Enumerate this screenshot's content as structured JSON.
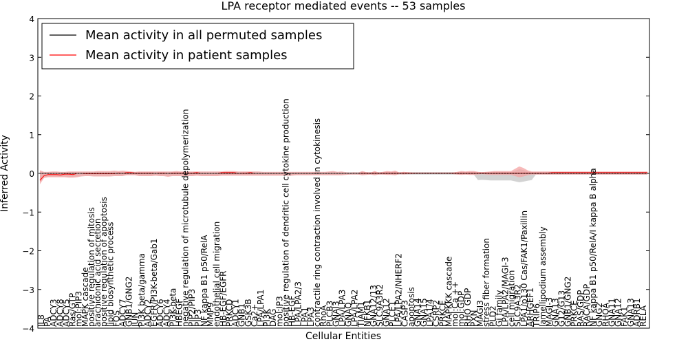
{
  "chart_data": {
    "type": "line",
    "title": "LPA receptor mediated events -- 53 samples",
    "xlabel": "Cellular Entities",
    "ylabel": "Inferred Activity",
    "ylim": [
      -4,
      4
    ],
    "yticks": [
      "4",
      "3",
      "2",
      "1",
      "0",
      "−1",
      "−2",
      "−3",
      "−4"
    ],
    "grid": false,
    "legend_position": "top-left",
    "colors": {
      "permuted": "#000000",
      "patient": "#ff0000",
      "band_patient": "#f4a3a3",
      "band_permuted": "#c8c8c8"
    },
    "series": [
      {
        "name": "Mean activity in all permuted samples",
        "color": "#000000",
        "values": [
          0,
          0,
          0,
          0,
          0,
          0,
          0,
          0,
          0,
          0,
          0,
          0,
          0,
          0,
          0,
          0,
          0,
          0,
          0,
          0,
          0,
          0,
          0,
          0,
          0,
          0,
          0,
          0,
          0,
          0,
          0,
          0,
          0,
          0,
          0,
          0,
          0,
          0,
          0,
          0,
          0,
          0,
          0,
          0,
          0,
          0,
          0,
          0,
          0,
          0,
          0,
          0,
          0,
          0,
          0,
          0,
          0,
          0,
          0,
          0,
          0,
          0,
          0,
          0,
          0,
          0,
          0,
          0,
          0,
          0,
          0,
          0,
          0,
          0,
          0,
          0,
          0,
          0,
          0,
          0,
          0,
          0,
          0,
          0,
          0,
          0,
          0,
          0,
          0,
          0,
          0,
          0,
          0,
          0,
          0,
          0,
          0,
          0,
          0,
          0,
          0,
          0,
          0,
          0,
          0,
          0,
          0,
          0,
          0,
          0,
          0,
          0,
          0,
          0,
          0,
          0,
          0,
          0,
          0,
          0,
          0,
          0,
          0,
          0,
          0,
          0,
          0,
          0,
          0,
          0,
          0,
          0,
          0,
          0,
          0,
          0,
          0,
          0,
          0,
          0,
          0,
          0,
          0,
          0,
          0,
          0,
          0,
          0,
          0,
          0
        ]
      },
      {
        "name": "Mean activity in patient samples",
        "color": "#ff0000",
        "values": [
          -0.18,
          -0.06,
          -0.03,
          -0.03,
          -0.03,
          -0.04,
          -0.02,
          -0.02,
          -0.03,
          0,
          0,
          -0.01,
          -0.01,
          -0.01,
          -0.01,
          -0.01,
          -0.01,
          -0.01,
          -0.01,
          0.01,
          0,
          0.02,
          0.02,
          0.01,
          0.01,
          0.01,
          0.01,
          0.01,
          0,
          0.01,
          0.01,
          0,
          0.01,
          0.01,
          0.01,
          0.01,
          0.01,
          0.01,
          0.02,
          0,
          0,
          0,
          0,
          0,
          0.02,
          0.02,
          0.02,
          0.02,
          0,
          0.01,
          0.01,
          0.02,
          0,
          0,
          0,
          0,
          0,
          0,
          0,
          0,
          0,
          0,
          0,
          0,
          0,
          0,
          0,
          0,
          0,
          0,
          0,
          0,
          0,
          0,
          0,
          0,
          0,
          0,
          0.01,
          0.01,
          0.01,
          0.01,
          0.01,
          0.01,
          0.01,
          0.01,
          0.01,
          0.01,
          0.01,
          0.01,
          0.01,
          0.01,
          0.01,
          0.01,
          0.01,
          0.01,
          0.01,
          0.01,
          0.01,
          0.01,
          0.01,
          0.01,
          0.01,
          0.01,
          0.01,
          0.01,
          0.01,
          0.01,
          0.01,
          0.01,
          0.01,
          0.01,
          0.01,
          0.01,
          0.01,
          0.01,
          0.01,
          0.01,
          0.01,
          0.01,
          0.01,
          0.01,
          0.01,
          0.01,
          0.02,
          0.02,
          0.02,
          0.02,
          0.02,
          0.02,
          0.02,
          0.02,
          0.02,
          0.02,
          0.02,
          0.02,
          0.02,
          0.02,
          0.02,
          0.02,
          0.02,
          0.02,
          0.02,
          0.02,
          0.02,
          0.02,
          0.02,
          0.02
        ]
      },
      {
        "name": "",
        "role": "patient-band-upper",
        "values": [
          0.08,
          0.04,
          0.04,
          0.05,
          0.05,
          0.04,
          0.04,
          0.05,
          0.05,
          0.05,
          0.05,
          0.05,
          0.05,
          0.05,
          0.06,
          0.06,
          0.06,
          0.06,
          0.07,
          0.06,
          0.07,
          0.06,
          0.05,
          0.04,
          0.05,
          0.05,
          0.05,
          0.05,
          0.05,
          0.05,
          0.05,
          0.05,
          0.05,
          0.06,
          0.05,
          0.05,
          0.05,
          0.05,
          0.05,
          0.05,
          0.05,
          0.05,
          0.05,
          0.05,
          0.05,
          0.06,
          0.06,
          0.06,
          0.05,
          0.05,
          0.05,
          0.05,
          0.05,
          0.05,
          0.04,
          0.04,
          0.04,
          0.04,
          0.04,
          0.04,
          0.04,
          0.04,
          0.04,
          0.04,
          0.04,
          0.04,
          0.04,
          0.04,
          0.04,
          0.04,
          0.05,
          0.06,
          0.04,
          0.05,
          0.03,
          0.02,
          0.03,
          0.02,
          0.06,
          0.03,
          0.02,
          0.06,
          0.02,
          0.04,
          0.06,
          0.05,
          0.07,
          0.02,
          0.04,
          0.03,
          0.02,
          0.01,
          0.01,
          0.01,
          0,
          0,
          0,
          0,
          0,
          0,
          0.02,
          0.04,
          0.06,
          0.05,
          0.06,
          0.06,
          0.04,
          0.03,
          0.04,
          0.05,
          0.06,
          0.06,
          0.06,
          0.06,
          0.06,
          0.12,
          0.18,
          0.14,
          0.08,
          0.05,
          0.05,
          0.05,
          0.05,
          0.05,
          0.05,
          0.05,
          0.05,
          0.05,
          0.05,
          0.05,
          0.05,
          0.05,
          0.05,
          0.05,
          0.05,
          0.05,
          0.05,
          0.05,
          0.05,
          0.05,
          0.05,
          0.05,
          0.05,
          0.05,
          0.05,
          0.05,
          0.05,
          0.05,
          0.05,
          0.05
        ]
      },
      {
        "name": "",
        "role": "patient-band-lower",
        "values": [
          -0.28,
          -0.12,
          -0.1,
          -0.1,
          -0.1,
          -0.1,
          -0.1,
          -0.11,
          -0.11,
          -0.1,
          -0.08,
          -0.07,
          -0.07,
          -0.08,
          -0.08,
          -0.08,
          -0.08,
          -0.08,
          -0.07,
          -0.07,
          -0.07,
          -0.05,
          -0.05,
          -0.05,
          -0.07,
          -0.07,
          -0.07,
          -0.07,
          -0.06,
          -0.07,
          -0.07,
          -0.09,
          -0.07,
          -0.07,
          -0.07,
          -0.07,
          -0.07,
          -0.07,
          -0.06,
          -0.07,
          -0.07,
          -0.07,
          -0.07,
          -0.07,
          -0.06,
          -0.06,
          -0.06,
          -0.06,
          -0.06,
          -0.06,
          -0.06,
          -0.06,
          -0.06,
          -0.06,
          -0.06,
          -0.06,
          -0.06,
          -0.06,
          -0.06,
          -0.06,
          -0.06,
          -0.06,
          -0.05,
          -0.05,
          -0.05,
          -0.05,
          -0.05,
          -0.05,
          -0.05,
          -0.05,
          -0.05,
          -0.05,
          -0.05,
          -0.05,
          -0.04,
          -0.03,
          -0.03,
          -0.03,
          -0.05,
          -0.04,
          -0.03,
          -0.05,
          -0.03,
          -0.03,
          -0.04,
          -0.04,
          -0.05,
          -0.02,
          -0.03,
          -0.02,
          -0.02,
          -0.01,
          -0.01,
          -0.01,
          0,
          0,
          0,
          0,
          0,
          0,
          -0.02,
          -0.03,
          -0.04,
          -0.03,
          -0.04,
          -0.04,
          -0.03,
          -0.02,
          -0.03,
          -0.04,
          -0.04,
          -0.04,
          -0.04,
          -0.04,
          -0.04,
          -0.07,
          -0.1,
          -0.08,
          -0.05,
          -0.03,
          -0.03,
          -0.03,
          -0.03,
          -0.03,
          -0.03,
          -0.03,
          -0.03,
          -0.03,
          -0.03,
          -0.03,
          -0.03,
          -0.03,
          -0.03,
          -0.03,
          -0.03,
          -0.03,
          -0.03,
          -0.03,
          -0.03,
          -0.03,
          -0.03,
          -0.03,
          -0.03,
          -0.03,
          -0.03,
          -0.03,
          -0.03,
          -0.03,
          -0.03,
          -0.03
        ]
      }
    ],
    "entities": [
      "IL8",
      "PA",
      "ADCY3",
      "ADCY8",
      "ADCY5",
      "Ras/GTP",
      "mol:PIP3",
      "MAPK cascade",
      "positive regulation of mitosis",
      "arachidonic acid secretion",
      "positive regulation of apoptosis",
      "lipid biosynthetic process",
      "FOS",
      "ADCY7",
      "GNB1/GNG2",
      "JUN",
      "PI3K beta/gamma",
      "ADCY2",
      "EGFR/PI3K-beta/Gab1",
      "ADCY6",
      "ADCY4",
      "PI3K-beta",
      "HBEGF",
      "negative regulation of microtubule depolymerization",
      "PIP2/PIP3",
      "PIP3",
      "NF kappa B1 p50/RelA",
      "MMP9",
      "endothelial cell migration",
      "HB-EGF/EGFR",
      "PRKCD",
      "ADCY1",
      "GNB1",
      "GSK3B",
      "Ca2+",
      "LPA/LPA1",
      "PI3K",
      "DAG",
      "mol:IP3",
      "positive regulation of dendritic cell cytokine production",
      "HB-EGF",
      "LPA/LPA2/3",
      "LPA1",
      "LPA3",
      "contractile ring contraction involved in cytokinesis",
      "RhoA",
      "PLCB3",
      "GNAI3",
      "LPA/LPA3",
      "GNAQ",
      "LPA/LPA2",
      "TIAM1",
      "NFKB1",
      "GNA12/13",
      "SLC9A3R2",
      "GNA12",
      "PLCE1",
      "LPA/LPA2/NHERF2",
      "CASP3",
      "apoptosis",
      "GNA14",
      "GNA15",
      "LPA1/4",
      "CSRP2",
      "PRKCE",
      "MAPKKK cascade",
      "mol:Ca ++",
      "mol:GDP",
      "RHO GDP",
      "PXN",
      "MAGI3",
      "stress fiber formation",
      "PLD2",
      "Gi family",
      "LPA/LPA2/MAGI-3",
      "cell migration",
      "SLC9A3R2",
      "LPA1/p130 Cas/FAK1/Paxillin",
      "ARHGEF1",
      "TRIP6",
      "lamellipodium assembly",
      "MAGI-3",
      "GNA13",
      "G12/G13",
      "GNB1/GNG2",
      "PRKCE",
      "RAS/GDP",
      "RACA/GDP",
      "NF kappa B1 p50/RelA/I kappa B alpha",
      "GNG2",
      "RHOA",
      "GNA11",
      "GNA12",
      "FAK1",
      "GNA13",
      "ADRB1",
      "RELA"
    ]
  }
}
